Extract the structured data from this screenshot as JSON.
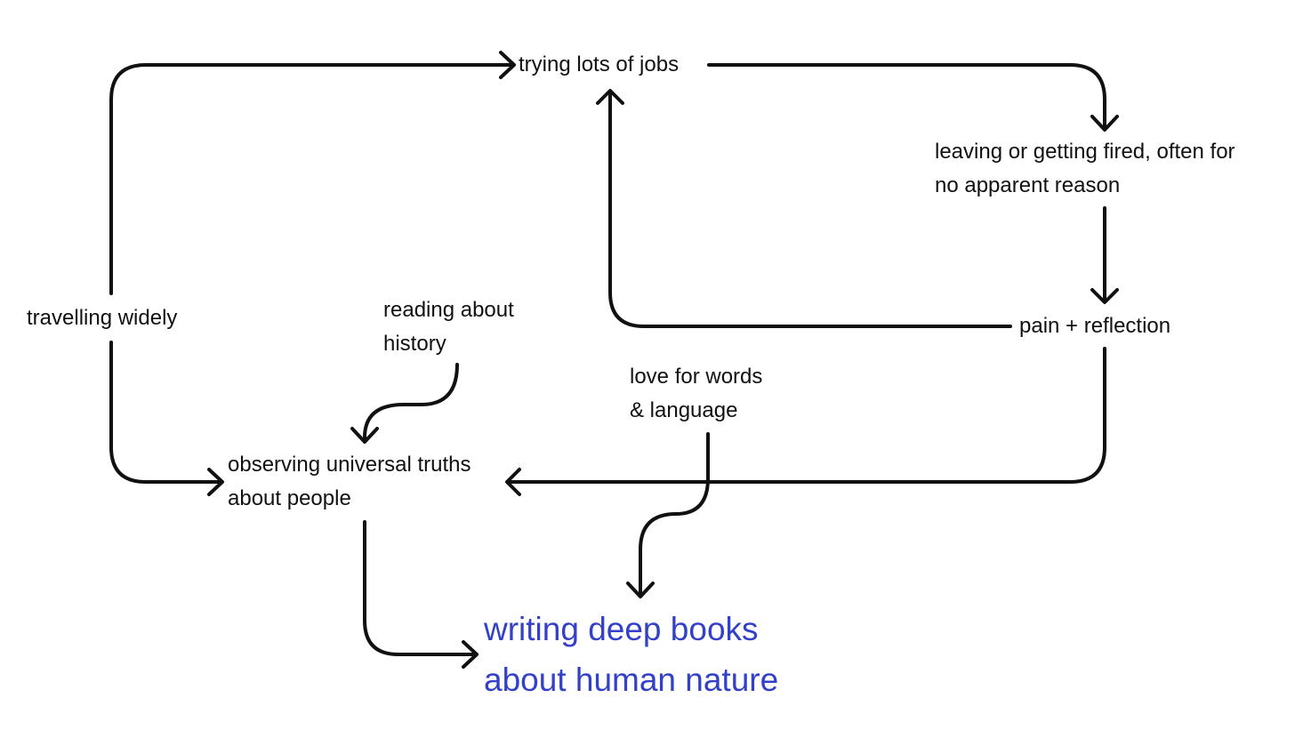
{
  "diagram": {
    "colors": {
      "text": "#111111",
      "edge": "#111111",
      "goal": "#3340c8",
      "background": "#ffffff"
    },
    "nodes": {
      "jobs": {
        "lines": [
          "trying lots of jobs"
        ]
      },
      "leaving": {
        "lines": [
          "leaving or getting fired, often for",
          "no apparent reason"
        ]
      },
      "pain": {
        "lines": [
          "pain + reflection"
        ]
      },
      "travel": {
        "lines": [
          "travelling widely"
        ]
      },
      "reading": {
        "lines": [
          "reading about",
          "history"
        ]
      },
      "love": {
        "lines": [
          "love for words",
          "& language"
        ]
      },
      "observing": {
        "lines": [
          "observing universal truths",
          "about people"
        ]
      },
      "goal": {
        "lines": [
          "writing deep books",
          "about human nature"
        ]
      }
    },
    "edges": [
      {
        "from": "travel",
        "to": "jobs"
      },
      {
        "from": "jobs",
        "to": "leaving"
      },
      {
        "from": "leaving",
        "to": "pain"
      },
      {
        "from": "pain",
        "to": "jobs"
      },
      {
        "from": "pain",
        "to": "observing"
      },
      {
        "from": "travel",
        "to": "observing"
      },
      {
        "from": "reading",
        "to": "observing"
      },
      {
        "from": "love",
        "to": "goal"
      },
      {
        "from": "observing",
        "to": "goal"
      }
    ]
  }
}
